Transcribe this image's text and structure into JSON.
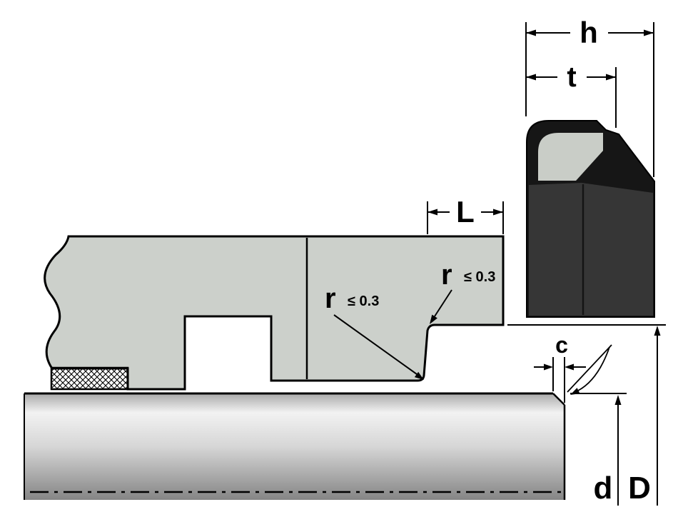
{
  "diagram": {
    "labels": {
      "h": "h",
      "t": "t",
      "L": "L",
      "r_upper": "r",
      "r_upper_tolerance": "≤ 0.3",
      "r_lower": "r",
      "r_lower_tolerance": "≤ 0.3",
      "c": "c",
      "d": "d",
      "D": "D"
    },
    "colors": {
      "background": "#ffffff",
      "outline": "#000000",
      "housing_fill": "#ccd0cb",
      "seal_body": "#161616",
      "seal_core": "#363636",
      "seal_insert": "#c9cdc7",
      "shaft_top": "#a9a9a9",
      "shaft_light": "#f2f2f2",
      "shaft_mid": "#d6d6d6",
      "shaft_dark": "#858585"
    }
  }
}
